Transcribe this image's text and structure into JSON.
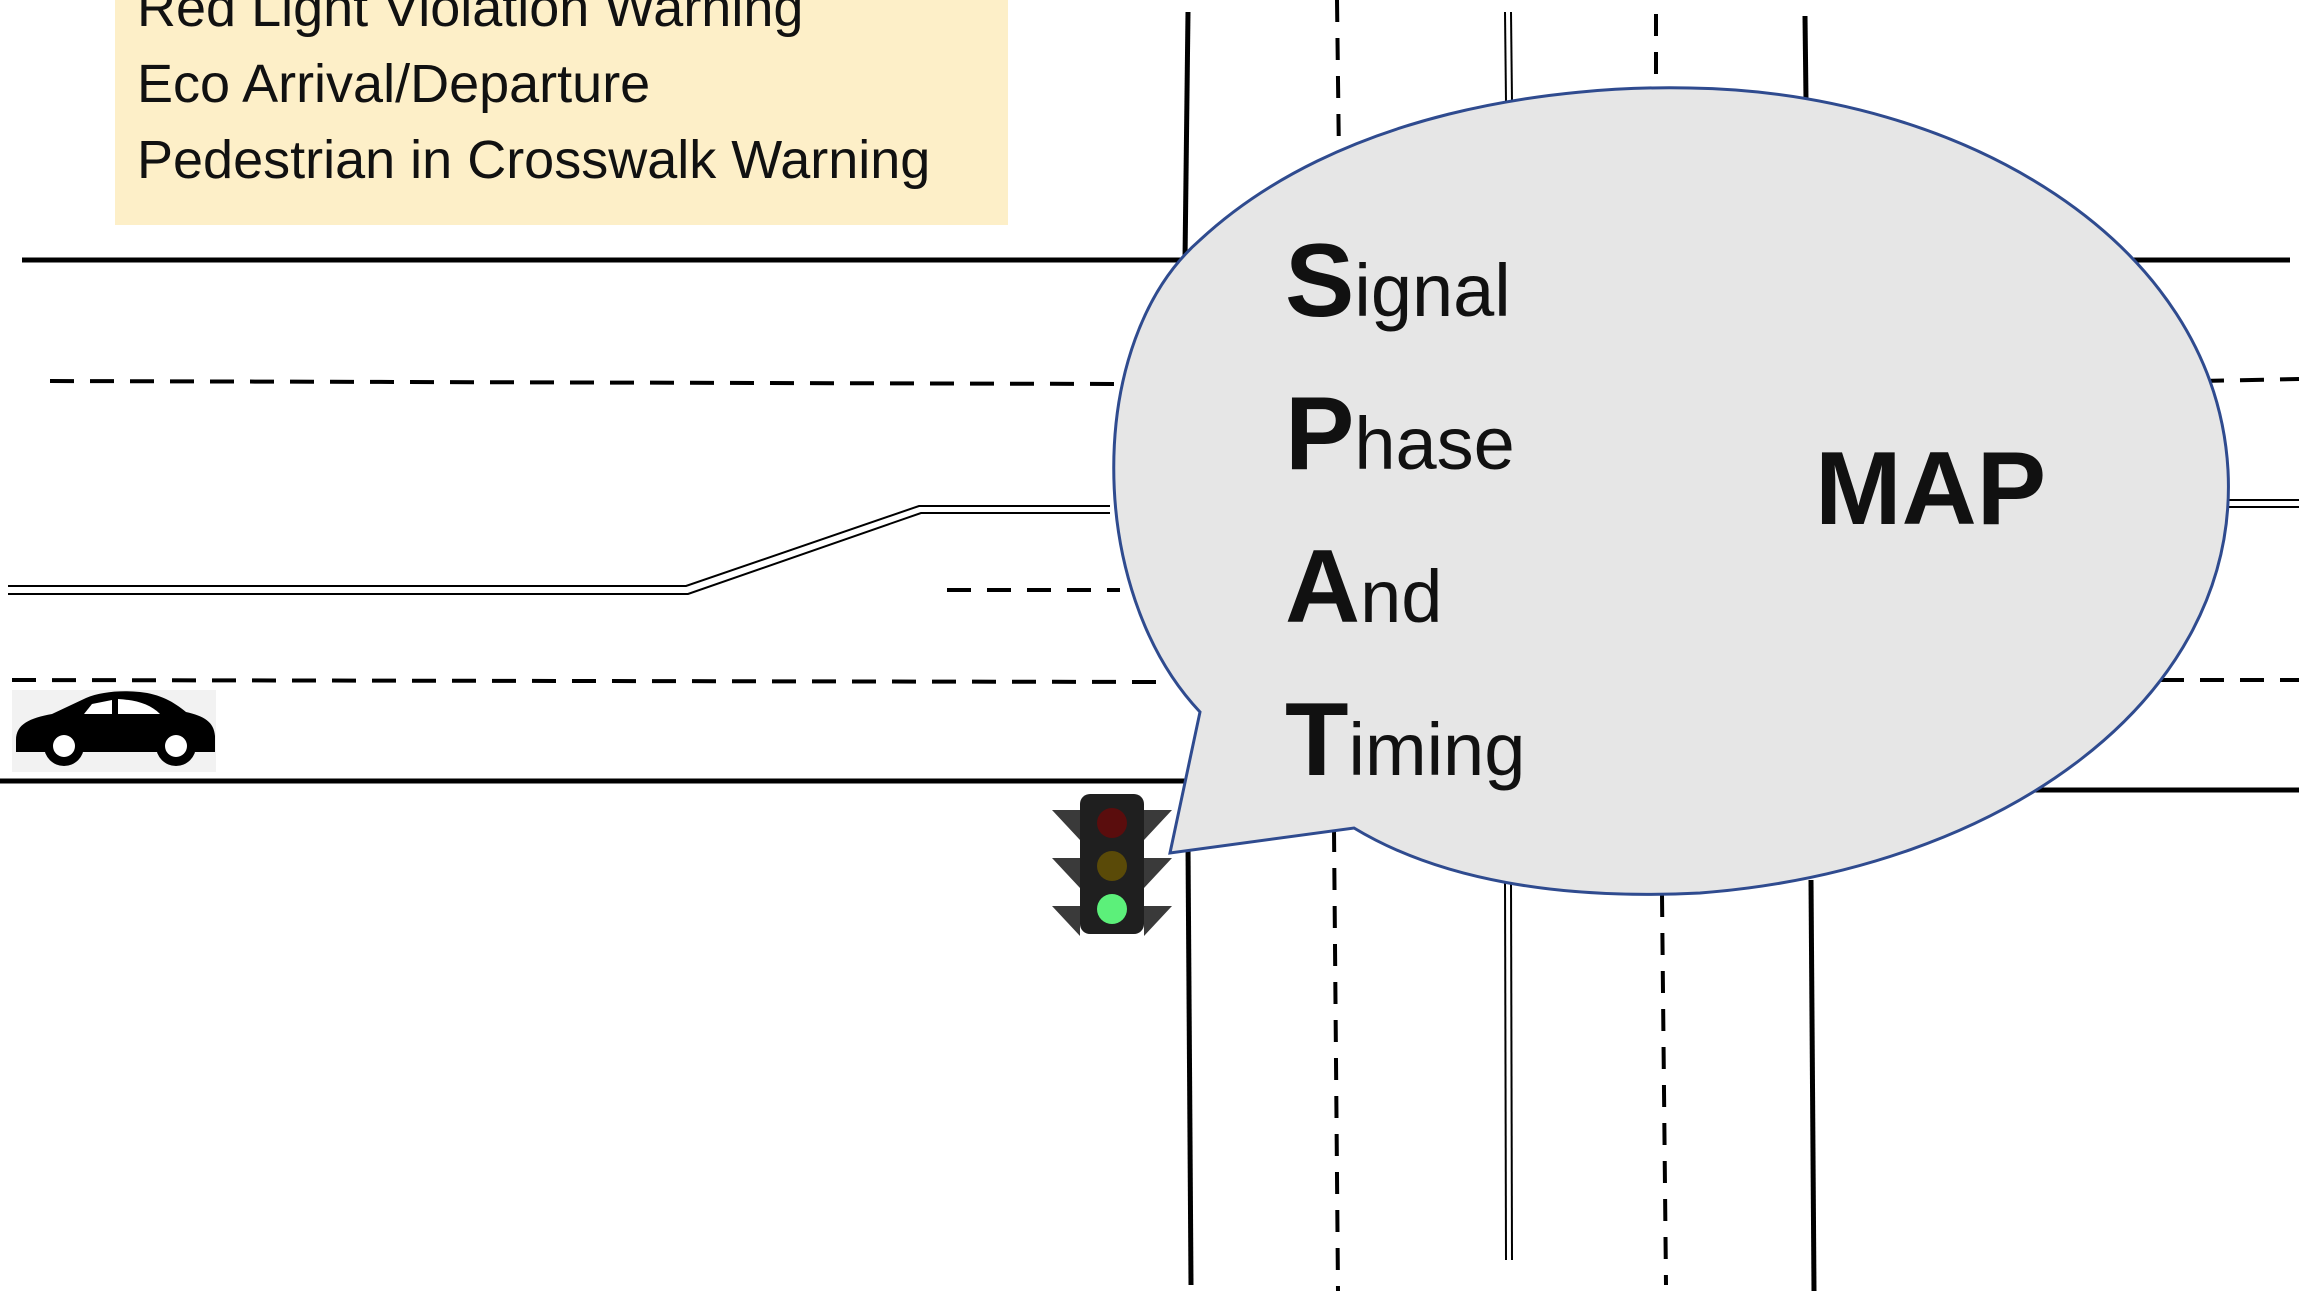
{
  "applications": [
    "Red Light Violation Warning",
    "Eco Arrival/Departure",
    "Pedestrian in Crosswalk Warning"
  ],
  "spat": [
    {
      "initial": "S",
      "rest": "ignal"
    },
    {
      "initial": "P",
      "rest": "hase"
    },
    {
      "initial": "A",
      "rest": "nd"
    },
    {
      "initial": "T",
      "rest": "iming"
    }
  ],
  "map_label": "MAP",
  "colors": {
    "apps_box_fill": "#fdefc8",
    "bubble_fill": "#e6e6e6",
    "bubble_stroke": "#2f4b8f",
    "light_red": "#5a0d0d",
    "light_amber": "#5a4a08",
    "light_green": "#5cf07a"
  },
  "traffic_light_state": "green"
}
